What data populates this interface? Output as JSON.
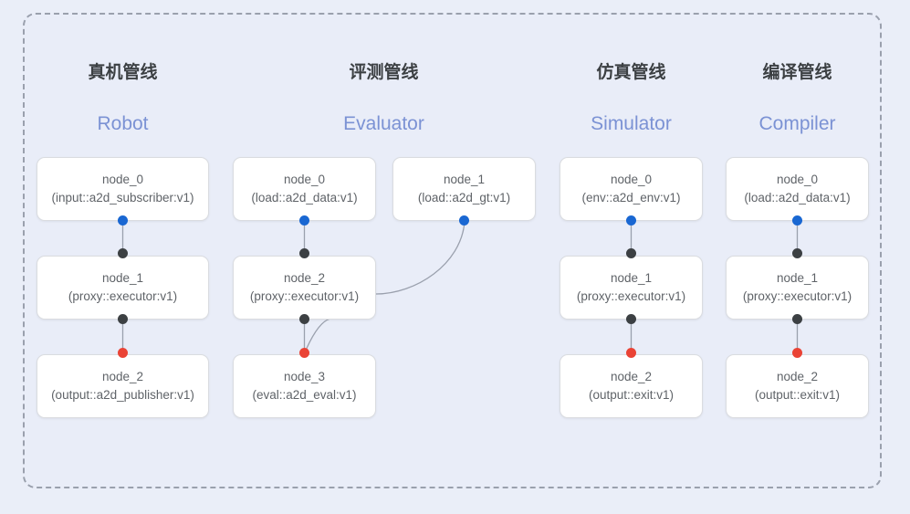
{
  "diagram": {
    "title_hidden": "",
    "frame": {
      "style": "dashed",
      "border_color": "#9aa0ad",
      "background": "#e9edf8"
    },
    "palette": {
      "blue_port": "#1967d2",
      "black_port": "#3c4043",
      "red_port": "#ea4335",
      "edge": "#9aa0ad",
      "box_bg": "#ffffff",
      "box_border": "#dadce0",
      "title_cn": "#3c4043",
      "title_en": "#7b92d4",
      "canvas": "#eaeef8"
    }
  },
  "columns": [
    {
      "id": "robot",
      "title_cn": "真机管线",
      "title_en": "Robot",
      "nodes": [
        {
          "name": "node_0",
          "type": "(input::a2d_subscriber:v1)"
        },
        {
          "name": "node_1",
          "type": "(proxy::executor:v1)"
        },
        {
          "name": "node_2",
          "type": "(output::a2d_publisher:v1)"
        }
      ]
    },
    {
      "id": "evaluator",
      "title_cn": "评测管线",
      "title_en": "Evaluator",
      "nodes": [
        {
          "name": "node_0",
          "type": "(load::a2d_data:v1)"
        },
        {
          "name": "node_1",
          "type": "(load::a2d_gt:v1)"
        },
        {
          "name": "node_2",
          "type": "(proxy::executor:v1)"
        },
        {
          "name": "node_3",
          "type": "(eval::a2d_eval:v1)"
        }
      ]
    },
    {
      "id": "simulator",
      "title_cn": "仿真管线",
      "title_en": "Simulator",
      "nodes": [
        {
          "name": "node_0",
          "type": "(env::a2d_env:v1)"
        },
        {
          "name": "node_1",
          "type": "(proxy::executor:v1)"
        },
        {
          "name": "node_2",
          "type": "(output::exit:v1)"
        }
      ]
    },
    {
      "id": "compiler",
      "title_cn": "编译管线",
      "title_en": "Compiler",
      "nodes": [
        {
          "name": "node_0",
          "type": "(load::a2d_data:v1)"
        },
        {
          "name": "node_1",
          "type": "(proxy::executor:v1)"
        },
        {
          "name": "node_2",
          "type": "(output::exit:v1)"
        }
      ]
    }
  ]
}
